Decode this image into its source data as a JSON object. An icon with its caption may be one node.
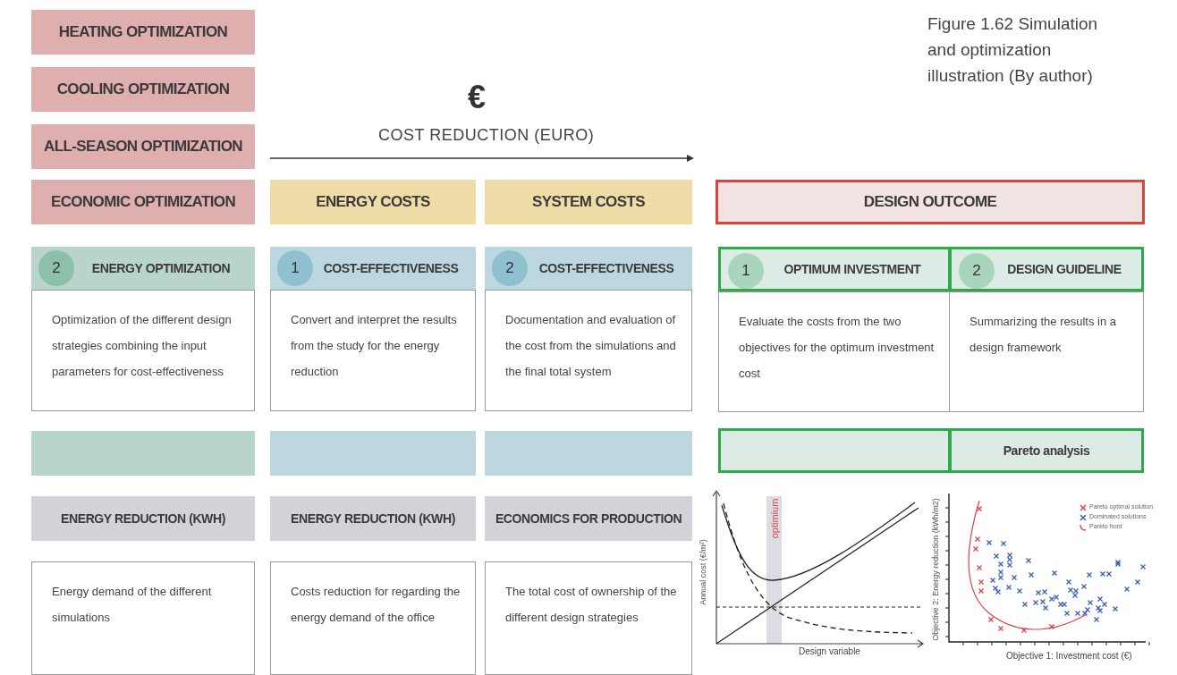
{
  "diagram": {
    "caption": "Figure 1.62 Simulation and optimization illustration (By author)",
    "nodes": [
      {
        "text": [
          "HEATING OPTIMIZATION"
        ]
      },
      {
        "text": [
          "COOLING OPTIMIZATION"
        ]
      },
      {
        "text": [
          "ALL-SEASON OPTIMIZATION"
        ]
      },
      {
        "text": [
          "ECONOMIC OPTIMIZATION"
        ]
      },
      {
        "text": [
          "ENERGY COSTS"
        ]
      },
      {
        "text": [
          "SYSTEM COSTS"
        ]
      },
      {
        "text": [
          "DESIGN OUTCOME"
        ]
      },
      {
        "text": [
          "2",
          "ENERGY OPTIMIZATION"
        ]
      },
      {
        "text": [
          "1",
          "COST-EFFECTIVENESS"
        ]
      },
      {
        "text": [
          "2",
          "COST-EFFECTIVENESS"
        ]
      },
      {
        "text": [
          "1",
          "OPTIMUM INVESTMENT"
        ]
      },
      {
        "text": [
          "2",
          "DESIGN GUIDELINE"
        ]
      },
      {
        "text": [
          "Optimization of the different design strategies combining the input parameters for cost-effectiveness"
        ]
      },
      {
        "text": [
          "Convert and interpret the results from the study for the energy reduction"
        ]
      },
      {
        "text": [
          "Documentation and evaluation of the cost from the simulations and the final total system"
        ]
      },
      {
        "text": [
          "Evaluate the costs from the two objectives for the optimum investment cost"
        ]
      },
      {
        "text": [
          "Summarizing the results in a design framework"
        ]
      },
      {
        "text": [],
        "shape": "box"
      },
      {
        "text": [],
        "shape": "box"
      },
      {
        "text": [],
        "shape": "box"
      },
      {
        "text": [],
        "shape": "box"
      },
      {
        "text": [
          "Pareto analysis"
        ]
      },
      {
        "text": [
          "ENERGY REDUCTION (KWH)"
        ]
      },
      {
        "text": [
          "ENERGY REDUCTION (KWH)"
        ]
      },
      {
        "text": [
          "ECONOMICS FOR PRODUCTION"
        ]
      },
      {
        "text": [
          "Energy demand of the different simulations"
        ]
      },
      {
        "text": [
          "Costs reduction for regarding the energy demand of the office"
        ]
      },
      {
        "text": [
          "The total cost of  ownership of the different design strategies"
        ]
      }
    ],
    "labels": [
      "€",
      "COST REDUCTION (EURO)",
      "optimium",
      "Annual cost (€/m²)",
      "Design variable",
      "Objective 2: Energy reduction (kWh/m2)",
      "Objective 1: Investment cost (€)"
    ],
    "legend": [
      {
        "text": "Pareto optimal solution"
      },
      {
        "text": "Dominated solutions"
      },
      {
        "text": "Pareto front"
      }
    ]
  }
}
